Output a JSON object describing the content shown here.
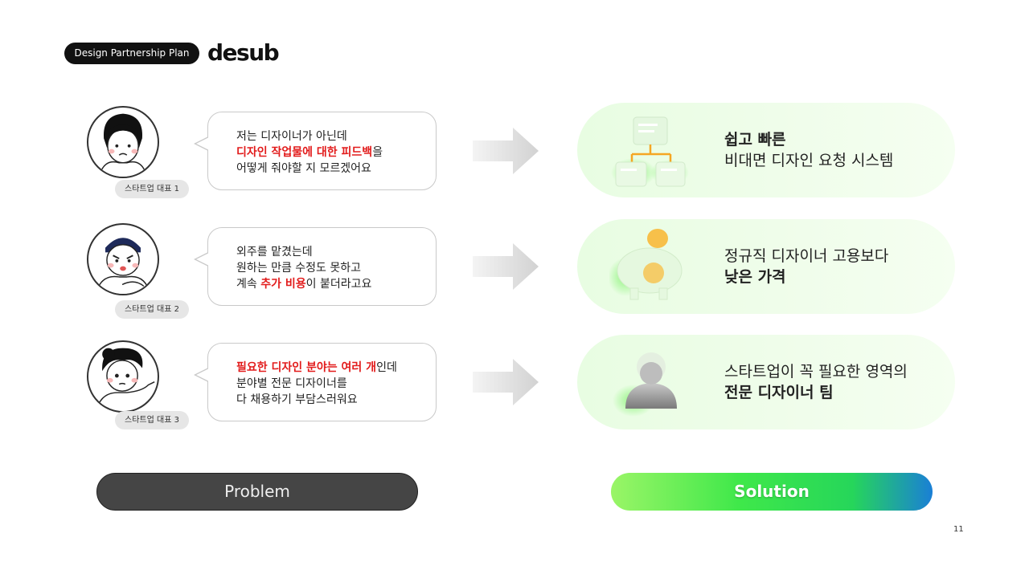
{
  "header": {
    "tag": "Design Partnership Plan",
    "logo": "desub"
  },
  "problems": [
    {
      "label": "스타트업 대표 1",
      "lines": [
        [
          {
            "text": "저는 디자이너가 아닌데",
            "hl": false
          }
        ],
        [
          {
            "text": "디자인 작업물에 대한 피드백",
            "hl": true
          },
          {
            "text": "을",
            "hl": false
          }
        ],
        [
          {
            "text": "어떻게 줘야할 지 모르겠어요",
            "hl": false
          }
        ]
      ]
    },
    {
      "label": "스타트업 대표 2",
      "lines": [
        [
          {
            "text": "외주를 맡겼는데",
            "hl": false
          }
        ],
        [
          {
            "text": "원하는 만큼 수정도 못하고",
            "hl": false
          }
        ],
        [
          {
            "text": "계속 ",
            "hl": false
          },
          {
            "text": "추가 비용",
            "hl": true
          },
          {
            "text": "이 붙더라고요",
            "hl": false
          }
        ]
      ]
    },
    {
      "label": "스타트업 대표 3",
      "lines": [
        [
          {
            "text": "필요한 디자인 분야는 여러 개",
            "hl": true
          },
          {
            "text": "인데",
            "hl": false
          }
        ],
        [
          {
            "text": "분야별 전문 디자이너를",
            "hl": false
          }
        ],
        [
          {
            "text": "다 채용하기 부담스러워요",
            "hl": false
          }
        ]
      ]
    }
  ],
  "solutions": [
    {
      "icon": "org-chart-icon",
      "line1": "쉽고 빠른",
      "line1_bold": true,
      "line2": "비대면 디자인 요청 시스템",
      "line2_bold": false
    },
    {
      "icon": "piggy-bank-icon",
      "line1": "정규직 디자이너 고용보다",
      "line1_bold": false,
      "line2": "낮은 가격",
      "line2_bold": true
    },
    {
      "icon": "person-icon",
      "line1": "스타트업이 꼭 필요한 영역의",
      "line1_bold": false,
      "line2": "전문 디자이너 팀",
      "line2_bold": true
    }
  ],
  "footer": {
    "problem_label": "Problem",
    "solution_label": "Solution",
    "page_number": "11"
  },
  "colors": {
    "highlight": "#e21b1b",
    "solution_card": "#ecfde6",
    "problem_button": "#454545"
  }
}
